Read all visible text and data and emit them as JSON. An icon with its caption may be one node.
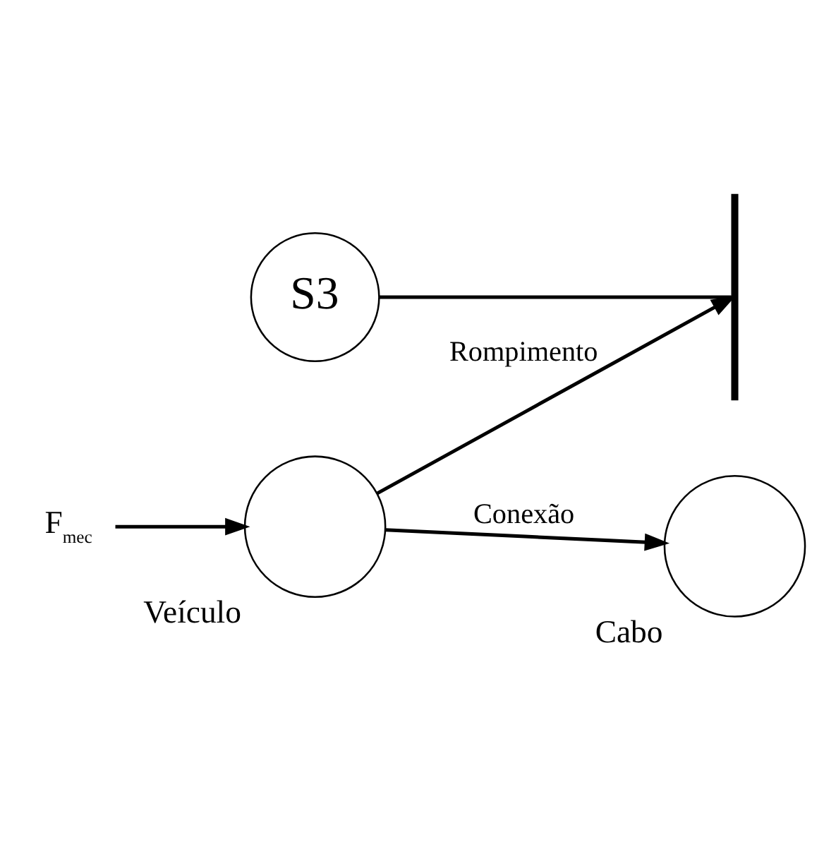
{
  "diagram": {
    "nodes": [
      {
        "text": [],
        "shape": "circle",
        "beside": [
          "Veículo"
        ]
      },
      {
        "text": [],
        "shape": "circle",
        "beside": [
          "Cabo"
        ]
      },
      {
        "text": [
          "S3"
        ]
      },
      {
        "text": [
          "F$_{mec}$"
        ]
      },
      {
        "text": [],
        "shape": "bar"
      }
    ],
    "edges": [
      {
        "from": 3,
        "to": 0,
        "arrow": "to"
      },
      {
        "from": 0,
        "to": 1,
        "arrow": "to",
        "label": "Conexão"
      },
      {
        "from": 0,
        "to": 4,
        "arrow": "to",
        "label": "Rompimento"
      },
      {
        "from": 2,
        "to": 4,
        "arrow": "none"
      }
    ]
  }
}
